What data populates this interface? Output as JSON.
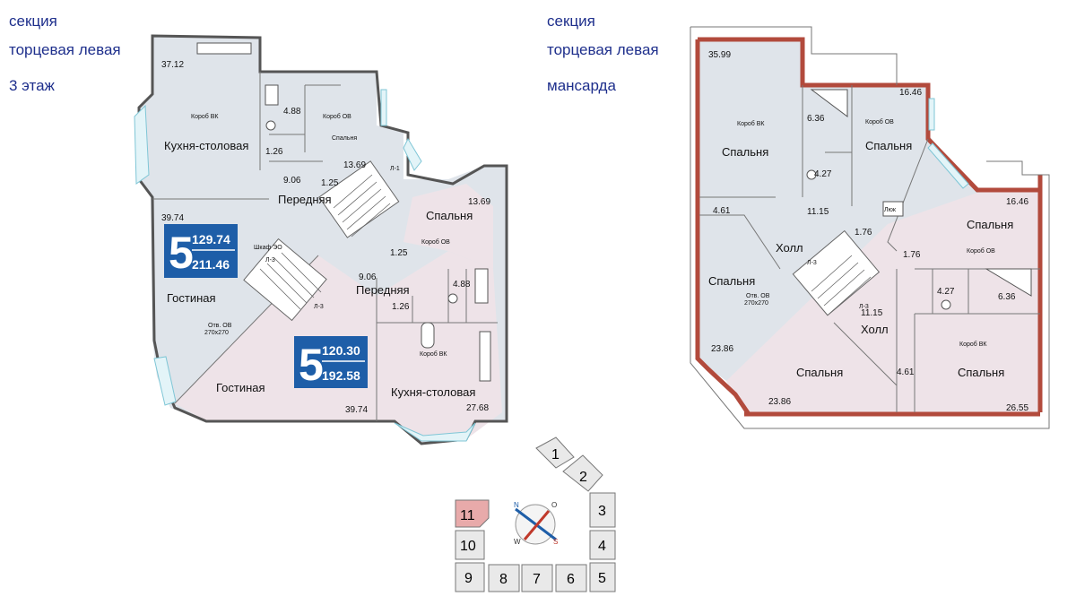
{
  "left_header": {
    "line1": "секция",
    "line2": "торцевая левая",
    "line3": "3 этаж"
  },
  "right_header": {
    "line1": "секция",
    "line2": "торцевая левая",
    "line3": "мансарда"
  },
  "apt1": {
    "rooms": 5,
    "living": "129.74",
    "total": "211.46",
    "kitchen": {
      "label": "Кухня-столовая",
      "area": "37.12"
    },
    "living_room": {
      "label": "Гостиная",
      "area": "39.74"
    },
    "hall": {
      "label": "Передняя",
      "area": "9.06"
    },
    "bath": "4.88",
    "wc": "1.26",
    "bedroom_area": "13.69",
    "small_bedroom": "Спальня",
    "box_vk": "Короб ВК",
    "box_ov": "Короб ОВ",
    "closet": "Шкаф ЭО",
    "stair_l1": "Л-1",
    "stair_l3": "Л-3",
    "stair_l3b": "Л-3",
    "vent_1": "Отв. ОВ",
    "vent_2": "270x270"
  },
  "apt2": {
    "rooms": 5,
    "living": "120.30",
    "total": "192.58",
    "bedroom": {
      "label": "Спальня",
      "area": "13.69"
    },
    "hall": {
      "label": "Передняя",
      "area": "9.06"
    },
    "wc_a": "1.25",
    "wc_b": "1.25",
    "wc_c": "1.26",
    "bath": "4.88",
    "kitchen": {
      "label": "Кухня-столовая",
      "area": "27.68"
    },
    "living_room": {
      "label": "Гостиная",
      "area": "39.74"
    },
    "box_ov": "Короб ОВ",
    "box_vk": "Короб ВК"
  },
  "attic": {
    "r1": {
      "label": "Спальня",
      "area": "35.99"
    },
    "bath_a": "6.36",
    "wc_a": "4.27",
    "box_vk_a": "Короб ВК",
    "box_ov_a": "Короб ОВ",
    "r2": {
      "label": "Спальня",
      "area": "16.46"
    },
    "r3": {
      "label": "Спальня",
      "area": "16.46"
    },
    "closet_a": "4.61",
    "hall_a": {
      "label": "Холл",
      "area": "11.15"
    },
    "hatch": "Люк",
    "landing_a": "1.76",
    "landing_b": "1.76",
    "stair": "Л-3",
    "stair_b": "Л-3",
    "r4": {
      "label": "Спальня",
      "area": "23.86"
    },
    "vent_1": "Отв. ОВ",
    "vent_2": "270x270",
    "hall_b": {
      "label": "Холл",
      "area": "11.15"
    },
    "wc_b": "4.27",
    "bath_b": "6.36",
    "box_ov_b": "Короб ОВ",
    "box_vk_b": "Короб ВК",
    "r5": {
      "label": "Спальня",
      "area": "23.86"
    },
    "closet_b": "4.61",
    "r6": {
      "label": "Спальня",
      "area": "26.55"
    }
  },
  "keyplan": {
    "sections": [
      "1",
      "2",
      "3",
      "4",
      "5",
      "6",
      "7",
      "8",
      "9",
      "10",
      "11"
    ],
    "highlight": "11",
    "compass": [
      "N",
      "O",
      "S",
      "W"
    ]
  },
  "colors": {
    "header": "#1e2f8c",
    "badge": "#1e5ea8",
    "apt_pink": "#eee3e8",
    "apt_grey": "#dfe4ea",
    "brick": "#b24a3c"
  }
}
